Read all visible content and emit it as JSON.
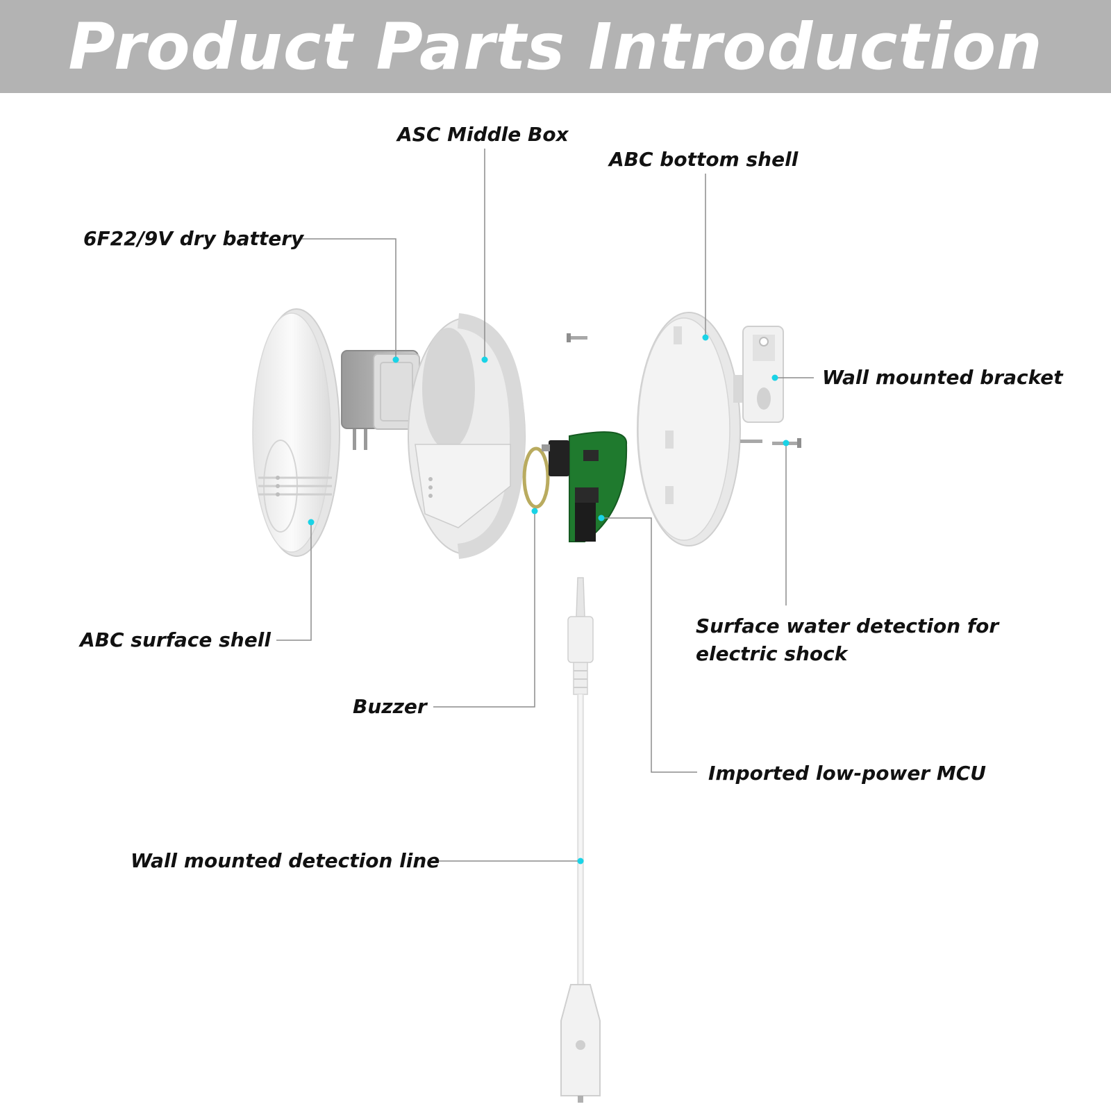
{
  "header": {
    "title": "Product Parts Introduction"
  },
  "labels": {
    "middle_box": "ASC Middle Box",
    "bottom_shell": "ABC bottom shell",
    "battery": "6F22/9V dry battery",
    "wall_bracket": "Wall mounted bracket",
    "surface_shell": "ABC surface shell",
    "water_detection": "Surface water detection for electric shock",
    "buzzer": "Buzzer",
    "mcu": "Imported low-power MCU",
    "detection_line": "Wall mounted detection line"
  },
  "colors": {
    "header_bg": "#b3b3b3",
    "header_text": "#ffffff",
    "leader_line": "#8c8c8c",
    "marker_dot": "#19d3e6",
    "pcb_green": "#1f7a2e",
    "shell_white": "#f2f2f2",
    "buzzer_ring": "#b9ab5f"
  }
}
